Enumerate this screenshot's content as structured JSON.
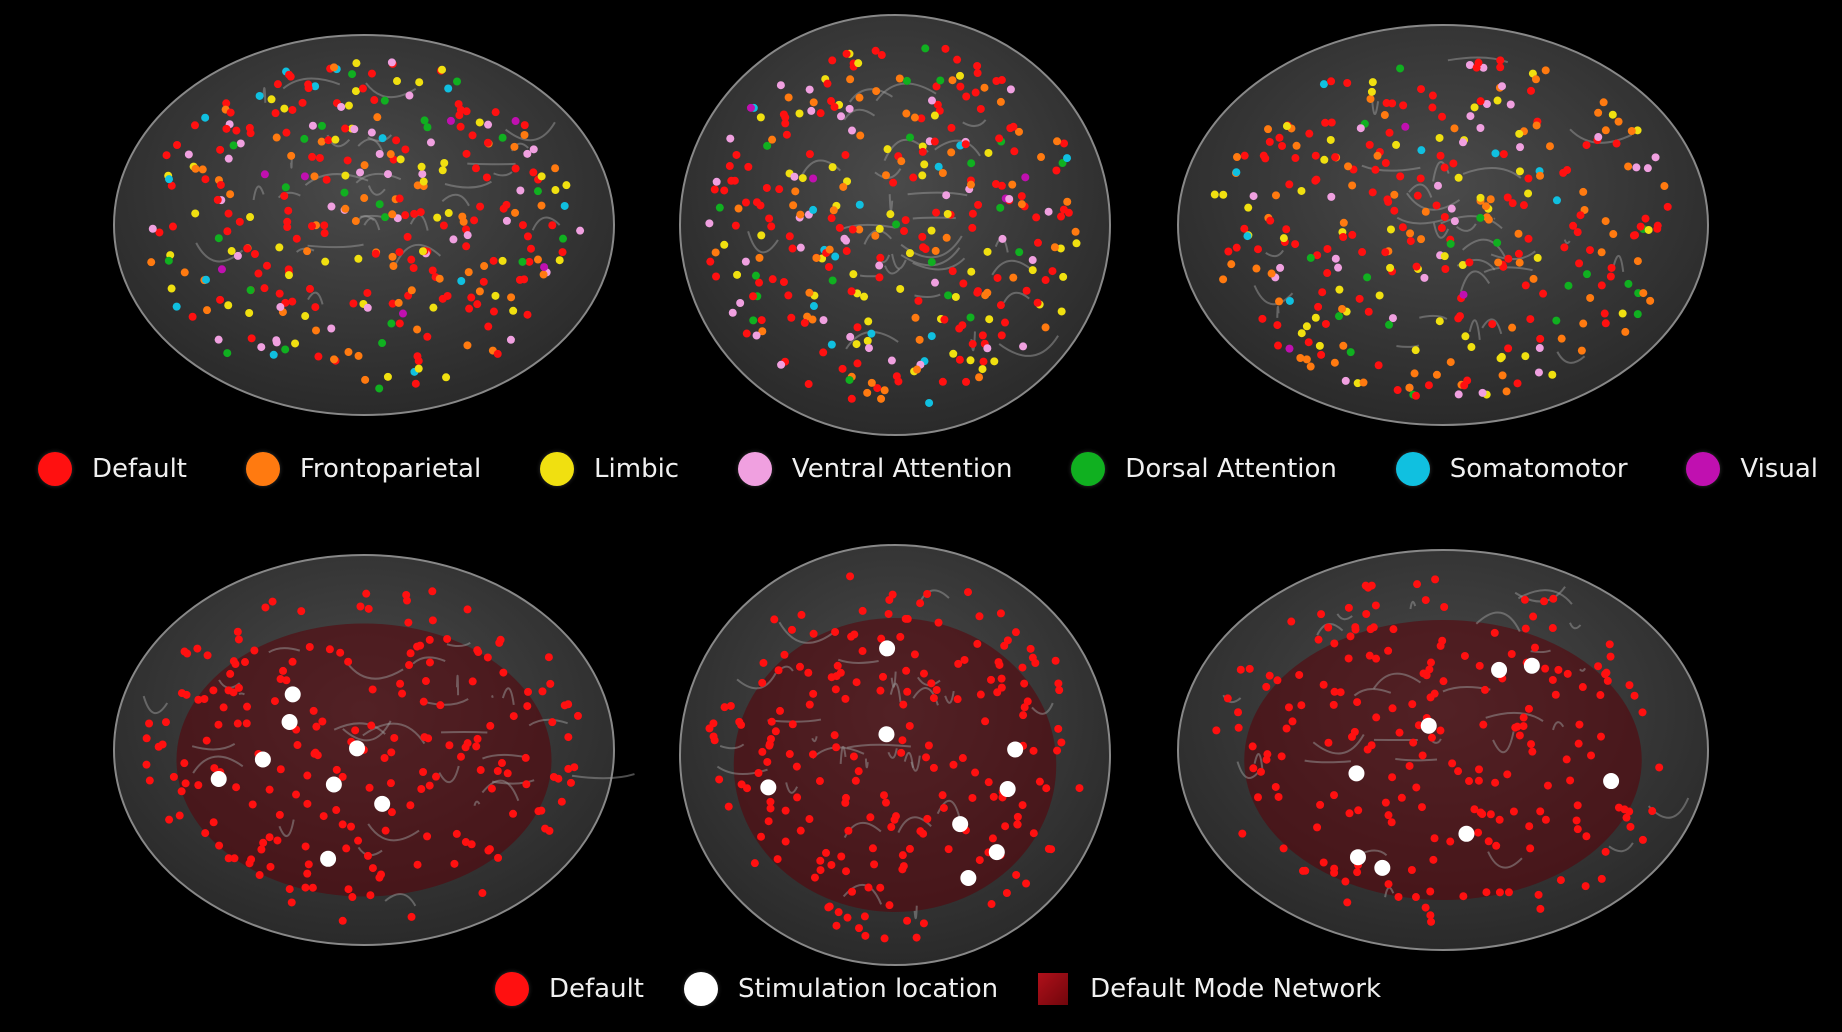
{
  "legend_top": [
    {
      "label": "Default",
      "color": "#ff1010"
    },
    {
      "label": "Frontoparietal",
      "color": "#ff7a10"
    },
    {
      "label": "Limbic",
      "color": "#f0e010"
    },
    {
      "label": "Ventral Attention",
      "color": "#f0a0e0"
    },
    {
      "label": "Dorsal Attention",
      "color": "#10b020"
    },
    {
      "label": "Somatomotor",
      "color": "#10c0e0"
    },
    {
      "label": "Visual",
      "color": "#c010b0"
    }
  ],
  "legend_bottom": [
    {
      "label": "Default",
      "color": "#ff1010",
      "icon": "dot"
    },
    {
      "label": "Stimulation location",
      "color": "#ffffff",
      "icon": "dot"
    },
    {
      "label": "Default Mode Network",
      "color": "#9a0a12",
      "icon": "cube"
    }
  ],
  "brain_color": "#3a3a3a"
}
